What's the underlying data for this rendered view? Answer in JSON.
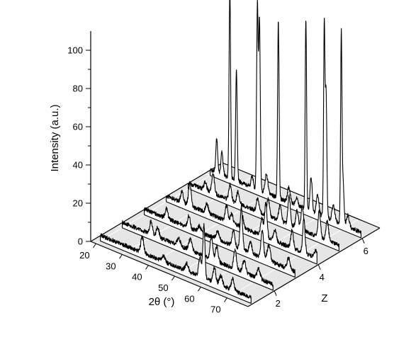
{
  "chart_data": {
    "type": "3d-waterfall-line",
    "xlabel": "2θ (°)",
    "ylabel": "Intensity (a.u.)",
    "zlabel": "Z",
    "xlim": [
      18,
      78
    ],
    "ylim": [
      0,
      110
    ],
    "zlim": [
      0.8,
      6.8
    ],
    "x_ticks": [
      20,
      30,
      40,
      50,
      60,
      70
    ],
    "y_ticks": [
      0,
      20,
      40,
      60,
      80,
      100
    ],
    "z_ticks": [
      2,
      4,
      6
    ],
    "x_tick_labels": [
      "20",
      "30",
      "40",
      "50",
      "60",
      "70"
    ],
    "y_tick_labels": [
      "0",
      "20",
      "40",
      "60",
      "80",
      "100"
    ],
    "z_tick_labels": [
      "2",
      "4",
      "6"
    ],
    "floor_color": "#e6e6e6",
    "grid": true,
    "series": [
      {
        "z": 1,
        "baseline": 3,
        "peaks": [
          [
            36.0,
            8,
            0.55
          ],
          [
            44.0,
            3,
            0.6
          ],
          [
            53.0,
            4,
            0.6
          ],
          [
            58.0,
            10,
            0.5
          ],
          [
            59.5,
            28,
            0.4
          ],
          [
            63.5,
            8,
            0.5
          ],
          [
            66.0,
            5,
            0.6
          ],
          [
            70.5,
            6,
            0.5
          ]
        ]
      },
      {
        "z": 2,
        "baseline": 3,
        "peaks": [
          [
            31.0,
            7,
            0.5
          ],
          [
            33.5,
            5,
            0.5
          ],
          [
            41.5,
            4,
            0.6
          ],
          [
            46.0,
            6,
            0.6
          ],
          [
            54.0,
            12,
            0.5
          ],
          [
            56.0,
            8,
            0.5
          ],
          [
            63.0,
            10,
            0.5
          ],
          [
            66.5,
            6,
            0.6
          ],
          [
            72.0,
            5,
            0.6
          ]
        ]
      },
      {
        "z": 3,
        "baseline": 3,
        "peaks": [
          [
            28.5,
            5,
            0.5
          ],
          [
            37.0,
            6,
            0.5
          ],
          [
            41.0,
            3,
            0.6
          ],
          [
            48.0,
            4,
            0.6
          ],
          [
            54.0,
            8,
            0.5
          ],
          [
            57.0,
            22,
            0.45
          ],
          [
            60.5,
            6,
            0.5
          ],
          [
            65.0,
            14,
            0.5
          ],
          [
            67.5,
            8,
            0.6
          ],
          [
            75.0,
            6,
            0.5
          ]
        ]
      },
      {
        "z": 4,
        "baseline": 3,
        "peaks": [
          [
            26.0,
            6,
            0.5
          ],
          [
            29.0,
            12,
            0.5
          ],
          [
            35.5,
            5,
            0.5
          ],
          [
            43.0,
            8,
            0.5
          ],
          [
            45.0,
            5,
            0.5
          ],
          [
            49.0,
            6,
            0.5
          ],
          [
            56.5,
            9,
            0.5
          ],
          [
            58.0,
            18,
            0.45
          ],
          [
            61.5,
            6,
            0.5
          ],
          [
            68.0,
            9,
            0.5
          ],
          [
            72.5,
            18,
            0.45
          ],
          [
            77.0,
            4,
            0.5
          ]
        ]
      },
      {
        "z": 5,
        "baseline": 3,
        "peaks": [
          [
            26.5,
            4,
            0.5
          ],
          [
            29.5,
            10,
            0.5
          ],
          [
            36.0,
            8,
            0.5
          ],
          [
            39.0,
            6,
            0.5
          ],
          [
            46.5,
            7,
            0.5
          ],
          [
            50.5,
            9,
            0.5
          ],
          [
            55.0,
            8,
            0.5
          ],
          [
            58.5,
            15,
            0.45
          ],
          [
            61.5,
            9,
            0.5
          ],
          [
            63.5,
            12,
            0.5
          ],
          [
            70.0,
            14,
            0.45
          ],
          [
            73.0,
            10,
            0.5
          ]
        ]
      },
      {
        "z": 6,
        "baseline": 3,
        "peaks": [
          [
            22.5,
            18,
            0.35
          ],
          [
            24.5,
            12,
            0.4
          ],
          [
            27.5,
            98,
            0.28
          ],
          [
            30.0,
            58,
            0.3
          ],
          [
            36.0,
            6,
            0.4
          ],
          [
            38.0,
            96,
            0.28
          ],
          [
            38.8,
            90,
            0.3
          ],
          [
            41.5,
            10,
            0.5
          ],
          [
            46.0,
            92,
            0.28
          ],
          [
            50.0,
            8,
            0.5
          ],
          [
            53.0,
            4,
            0.5
          ],
          [
            56.5,
            100,
            0.26
          ],
          [
            58.5,
            18,
            0.4
          ],
          [
            61.0,
            10,
            0.5
          ],
          [
            63.5,
            99,
            0.26
          ],
          [
            64.2,
            65,
            0.3
          ],
          [
            67.0,
            8,
            0.5
          ],
          [
            70.0,
            99,
            0.26
          ],
          [
            70.7,
            22,
            0.35
          ],
          [
            72.5,
            6,
            0.5
          ]
        ]
      }
    ]
  }
}
